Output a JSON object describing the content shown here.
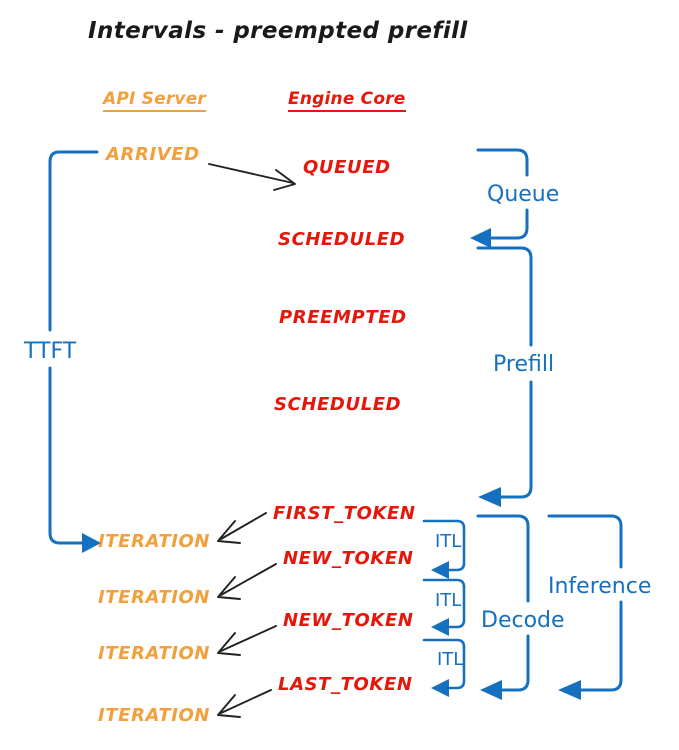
{
  "diagram": {
    "title": "Intervals - preempted prefill",
    "colors": {
      "api_server": "#F2A03D",
      "engine_core": "#E5170B",
      "annotation": "#1570C0",
      "arrow": "#222222",
      "background": "#ffffff"
    },
    "columns": [
      {
        "label": "API Server",
        "color": "#F2A03D"
      },
      {
        "label": "Engine Core",
        "color": "#E5170B"
      }
    ],
    "api_server_events": [
      {
        "label": "ARRIVED"
      },
      {
        "label": "ITERATION"
      },
      {
        "label": "ITERATION"
      },
      {
        "label": "ITERATION"
      },
      {
        "label": "ITERATION"
      }
    ],
    "engine_core_events": [
      {
        "label": "QUEUED"
      },
      {
        "label": "SCHEDULED"
      },
      {
        "label": "PREEMPTED"
      },
      {
        "label": "SCHEDULED"
      },
      {
        "label": "FIRST_TOKEN"
      },
      {
        "label": "NEW_TOKEN"
      },
      {
        "label": "NEW_TOKEN"
      },
      {
        "label": "LAST_TOKEN"
      }
    ],
    "intervals": [
      {
        "name": "TTFT",
        "label": "TTFT"
      },
      {
        "name": "Queue",
        "label": "Queue"
      },
      {
        "name": "Prefill",
        "label": "Prefill"
      },
      {
        "name": "Decode",
        "label": "Decode"
      },
      {
        "name": "Inference",
        "label": "Inference"
      },
      {
        "name": "ITL-1",
        "label": "ITL"
      },
      {
        "name": "ITL-2",
        "label": "ITL"
      },
      {
        "name": "ITL-3",
        "label": "ITL"
      }
    ]
  }
}
